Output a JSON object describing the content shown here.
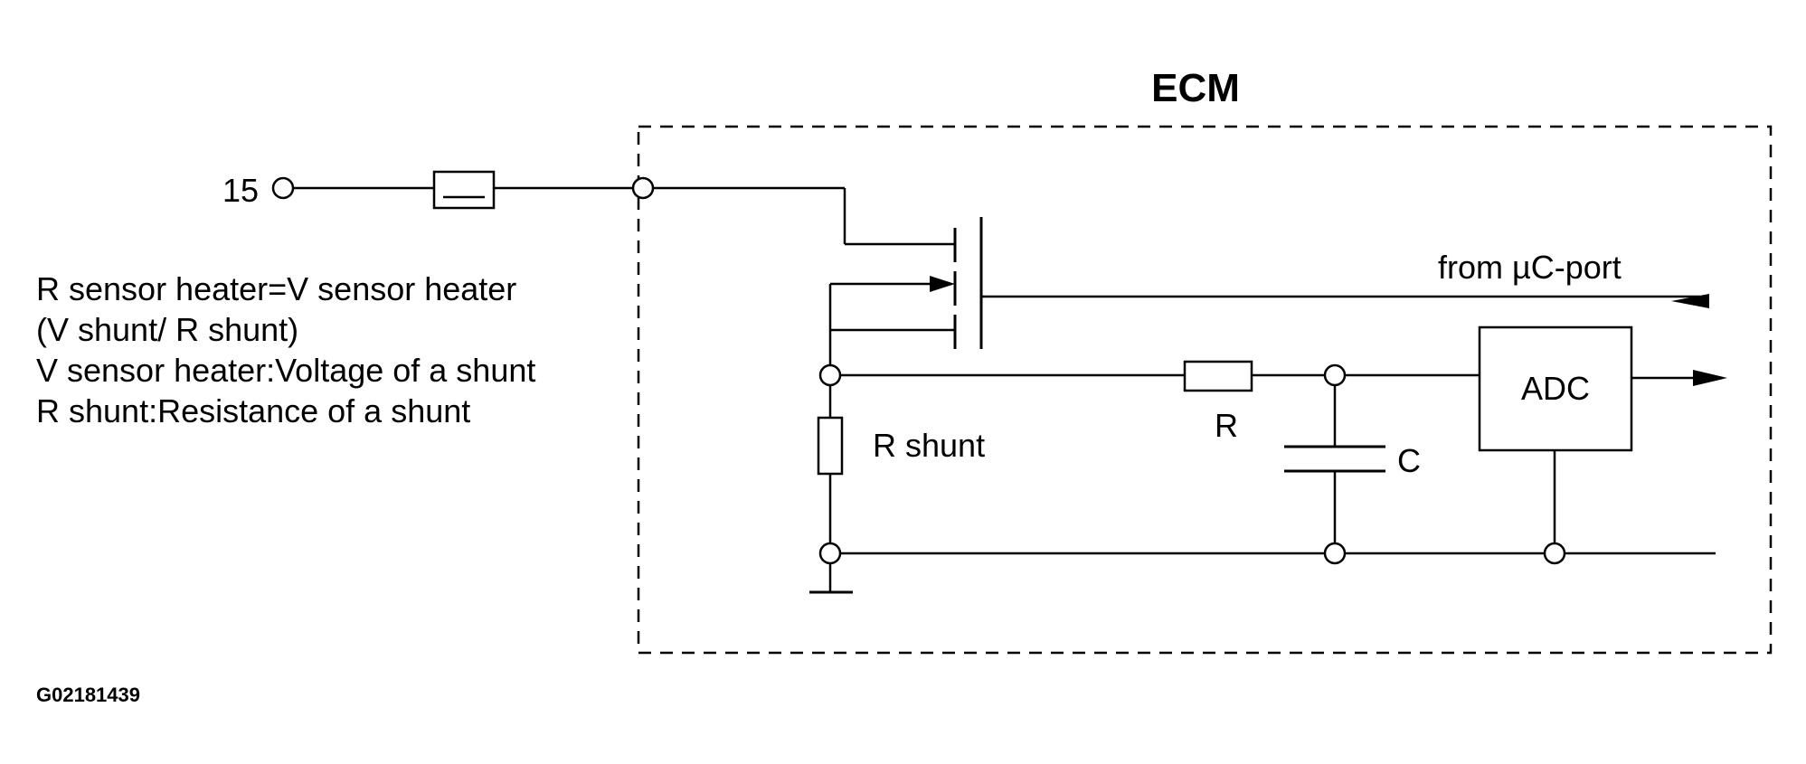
{
  "ecm_title": "ECM",
  "terminal_label": "15",
  "notes": [
    "R sensor heater=V sensor heater",
    "(V shunt/ R shunt)",
    "V sensor heater:Voltage of a shunt",
    "R shunt:Resistance of a shunt"
  ],
  "signal_label": "from µC-port",
  "shunt_label": "R shunt",
  "resistor_label": "R",
  "capacitor_label": "C",
  "adc_label": "ADC",
  "figure_id": "G02181439",
  "colors": {
    "line": "#000000",
    "background": "#ffffff"
  }
}
